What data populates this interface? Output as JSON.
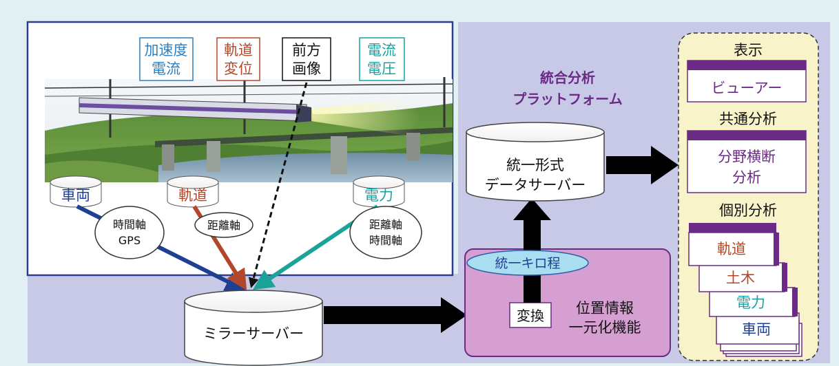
{
  "sensors": {
    "accel_current": [
      "加速度",
      "電流"
    ],
    "track_disp": [
      "軌道",
      "変位"
    ],
    "front_image": [
      "前方",
      "画像"
    ],
    "current_voltage": [
      "電流",
      "電圧"
    ]
  },
  "sources": {
    "vehicle": "車両",
    "track": "軌道",
    "power": "電力"
  },
  "axis_labels": {
    "vehicle": [
      "時間軸",
      "GPS"
    ],
    "track": "距離軸",
    "power": [
      "距離軸",
      "時間軸"
    ]
  },
  "mirror_server": "ミラーサーバー",
  "location_unify": {
    "title": [
      "位置情報",
      "一元化機能"
    ],
    "kilo_label": "統一キロ程",
    "convert": "変換"
  },
  "platform": {
    "title": [
      "統合分析",
      "プラットフォーム"
    ],
    "server": [
      "統一形式",
      "データサーバー"
    ]
  },
  "apps": {
    "display_header": "表示",
    "viewer": "ビューアー",
    "common_header": "共通分析",
    "cross_field": [
      "分野横断",
      "分析"
    ],
    "individual_header": "個別分析",
    "individual": [
      "軌道",
      "土木",
      "電力",
      "車両"
    ]
  },
  "colors": {
    "blue": "#2d7fc0",
    "brown": "#b2482b",
    "teal": "#17a3a0",
    "purple": "#6a2a86",
    "navy": "#1f3f93"
  }
}
